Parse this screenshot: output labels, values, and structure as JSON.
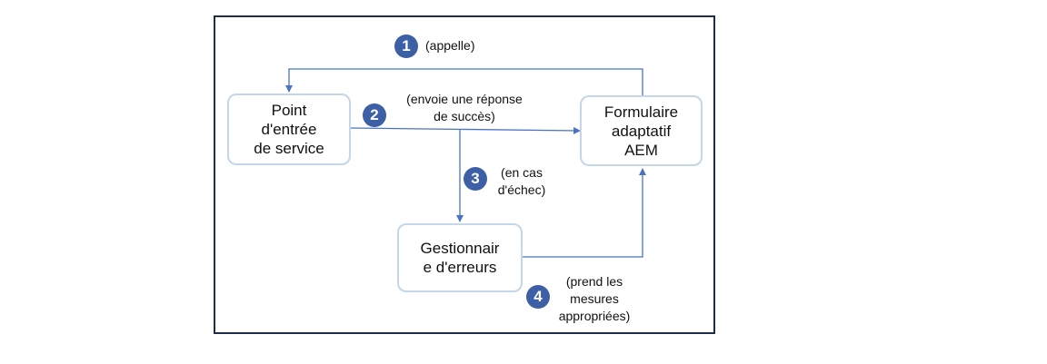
{
  "nodes": {
    "service_entry": "Point\nd'entrée\nde service",
    "adaptive_form": "Formulaire\nadaptatif\nAEM",
    "error_handler": "Gestionnair\ne d'erreurs"
  },
  "steps": [
    {
      "number": "1",
      "label": "(appelle)"
    },
    {
      "number": "2",
      "label": "(envoie une réponse\nde succès)"
    },
    {
      "number": "3",
      "label": "(en cas\nd'échec)"
    },
    {
      "number": "4",
      "label": "(prend les\nmesures\nappropriées)"
    }
  ],
  "colors": {
    "frame": "#1f2d4d",
    "node_border": "#c5d6ea",
    "arrow": "#4a73c4",
    "badge": "#3d5fa6"
  }
}
